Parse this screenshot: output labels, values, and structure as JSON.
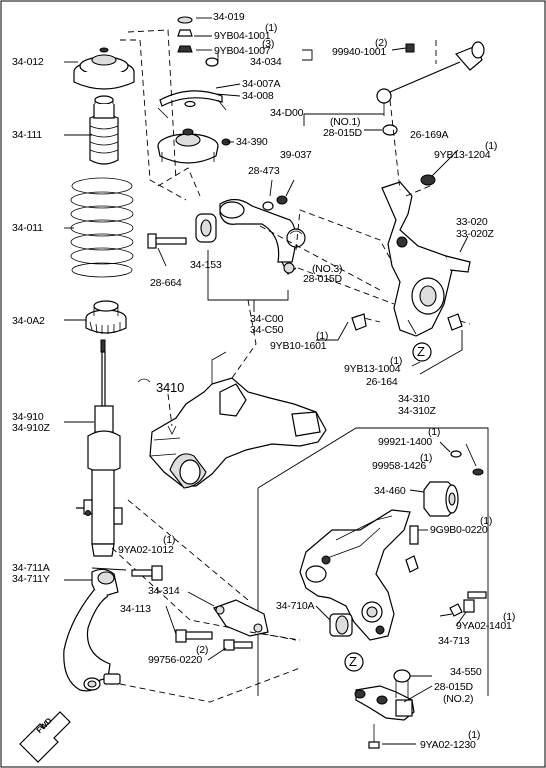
{
  "labels": {
    "p34_019": "34-019",
    "p9yb04_1001": "9YB04-1001",
    "q1a": "(1)",
    "p9yb04_1007": "9YB04-1007",
    "q3": "(3)",
    "p34_034": "34-034",
    "p99940_1001": "99940-1001",
    "q2a": "(2)",
    "p34_012": "34-012",
    "p34_007a": "34-007A",
    "p34_008": "34-008",
    "p34_111": "34-111",
    "p34_390": "34-390",
    "p34_d00": "34-D00",
    "no1": "(NO.1)",
    "p28_015d_a": "28-015D",
    "p26_169a": "26-169A",
    "q1b": "(1)",
    "p9yb13_1204": "9YB13-1204",
    "p39_037": "39-037",
    "p28_473": "28-473",
    "p34_011": "34-011",
    "p33_020": "33-020",
    "p33_020z": "33-020Z",
    "p28_664": "28-664",
    "p34_153": "34-153",
    "no3": "(NO.3)",
    "p28_015d_b": "28-015D",
    "p34_c00": "34-C00",
    "p34_c50": "34-C50",
    "q1c": "(1)",
    "p9yb10_1601": "9YB10-1601",
    "p34_0a2": "34-0A2",
    "q1d": "(1)",
    "p9yb13_1004": "9YB13-1004",
    "p26_164": "26-164",
    "p3410": "3410",
    "p34_310": "34-310",
    "p34_310z": "34-310Z",
    "p34_910": "34-910",
    "p34_910z": "34-910Z",
    "q1e": "(1)",
    "p99921_1400": "99921-1400",
    "q1f": "(1)",
    "p99958_1426": "99958-1426",
    "p34_460": "34-460",
    "q1g": "(1)",
    "p9g9b0_0220": "9G9B0-0220",
    "q1h": "(1)",
    "p9ya02_1012": "9YA02-1012",
    "p34_711a": "34-711A",
    "p34_711y": "34-711Y",
    "p34_314": "34-314",
    "p34_113": "34-113",
    "p34_710a": "34-710A",
    "q1i": "(1)",
    "p9ya02_1401": "9YA02-1401",
    "p34_713": "34-713",
    "q2b": "(2)",
    "p99756_0220": "99756-0220",
    "p34_550": "34-550",
    "p28_015d_c": "28-015D",
    "no2": "(NO.2)",
    "q1j": "(1)",
    "p9ya02_1230": "9YA02-1230",
    "z1": "Z",
    "z2": "Z",
    "fwd": "FWD"
  }
}
